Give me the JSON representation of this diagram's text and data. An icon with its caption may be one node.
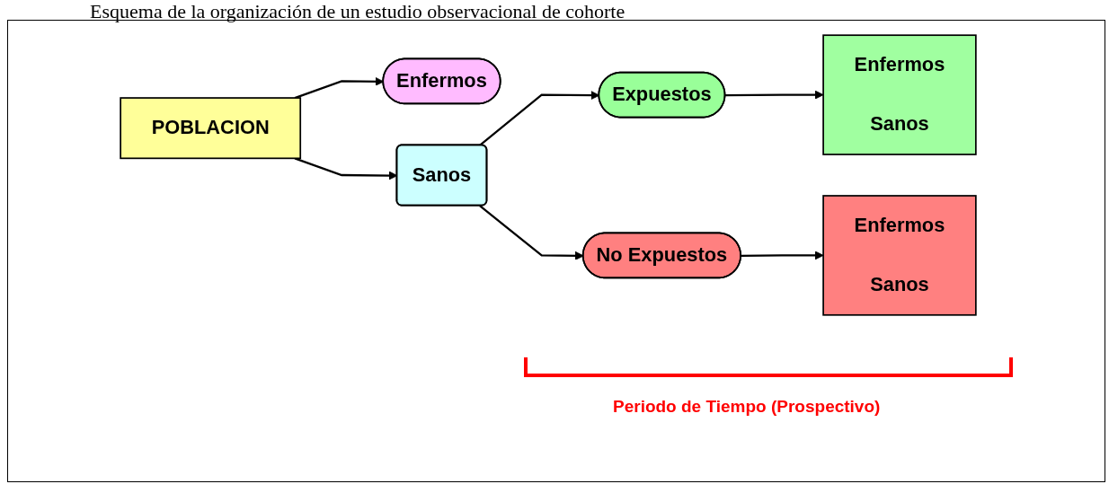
{
  "diagram": {
    "title": "Esquema de la organización de un estudio observacional de cohorte",
    "nodes": [
      {
        "text": [
          "POBLACION"
        ]
      },
      {
        "text": [
          "Enfermos"
        ]
      },
      {
        "text": [
          "Sanos"
        ]
      },
      {
        "text": [
          "Expuestos"
        ]
      },
      {
        "text": [
          "No Expuestos"
        ]
      },
      {
        "text": [
          "Enfermos",
          "Sanos"
        ]
      },
      {
        "text": [
          "Enfermos",
          "Sanos"
        ]
      }
    ],
    "edges": [
      {
        "from": 0,
        "to": 1,
        "arrow": "to"
      },
      {
        "from": 0,
        "to": 2,
        "arrow": "to"
      },
      {
        "from": 2,
        "to": 3,
        "arrow": "to"
      },
      {
        "from": 2,
        "to": 4,
        "arrow": "to"
      },
      {
        "from": 3,
        "to": 5,
        "arrow": "to"
      },
      {
        "from": 4,
        "to": 6,
        "arrow": "to"
      }
    ],
    "labels": [
      "Periodo de Tiempo (Prospectivo)"
    ]
  }
}
